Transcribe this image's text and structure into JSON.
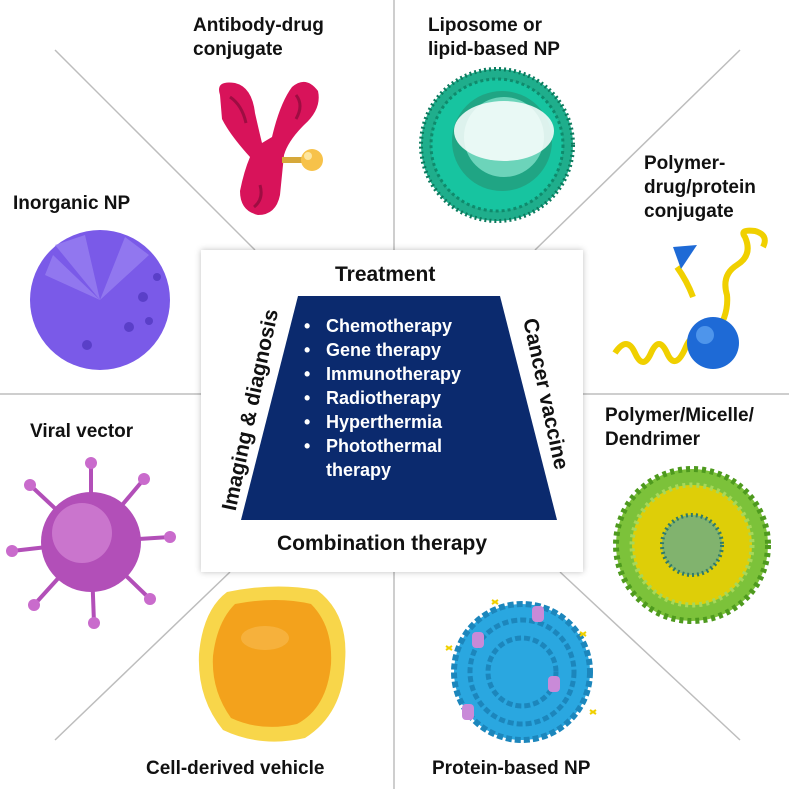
{
  "center": {
    "top_label": "Treatment",
    "bottom_label": "Combination therapy",
    "left_label": "Imaging & diagnosis",
    "right_label": "Cancer vaccine",
    "treatments": [
      "Chemotherapy",
      "Gene therapy",
      "Immunotherapy",
      "Radiotherapy",
      "Hyperthermia",
      "Photothermal",
      "therapy"
    ]
  },
  "carriers": {
    "antibody_drug": [
      "Antibody-drug",
      "conjugate"
    ],
    "liposome": [
      "Liposome or",
      "lipid-based NP"
    ],
    "polymer_drug": [
      "Polymer-",
      "drug/protein",
      "conjugate"
    ],
    "inorganic": "Inorganic NP",
    "viral": "Viral vector",
    "micelle": [
      "Polymer/Micelle/",
      "Dendrimer"
    ],
    "cell_derived": "Cell-derived vehicle",
    "protein": "Protein-based NP"
  },
  "colors": {
    "trapezoid": "#0b2a6e",
    "antibody": "#d8135a",
    "liposome": "#1fae8c",
    "inorganic": "#7a5ae8",
    "viral": "#b24fb8",
    "cell": "#f3a21c",
    "protein": "#2aa7e0",
    "polymer": "#f0d000",
    "micelle": "#7cc23a"
  }
}
